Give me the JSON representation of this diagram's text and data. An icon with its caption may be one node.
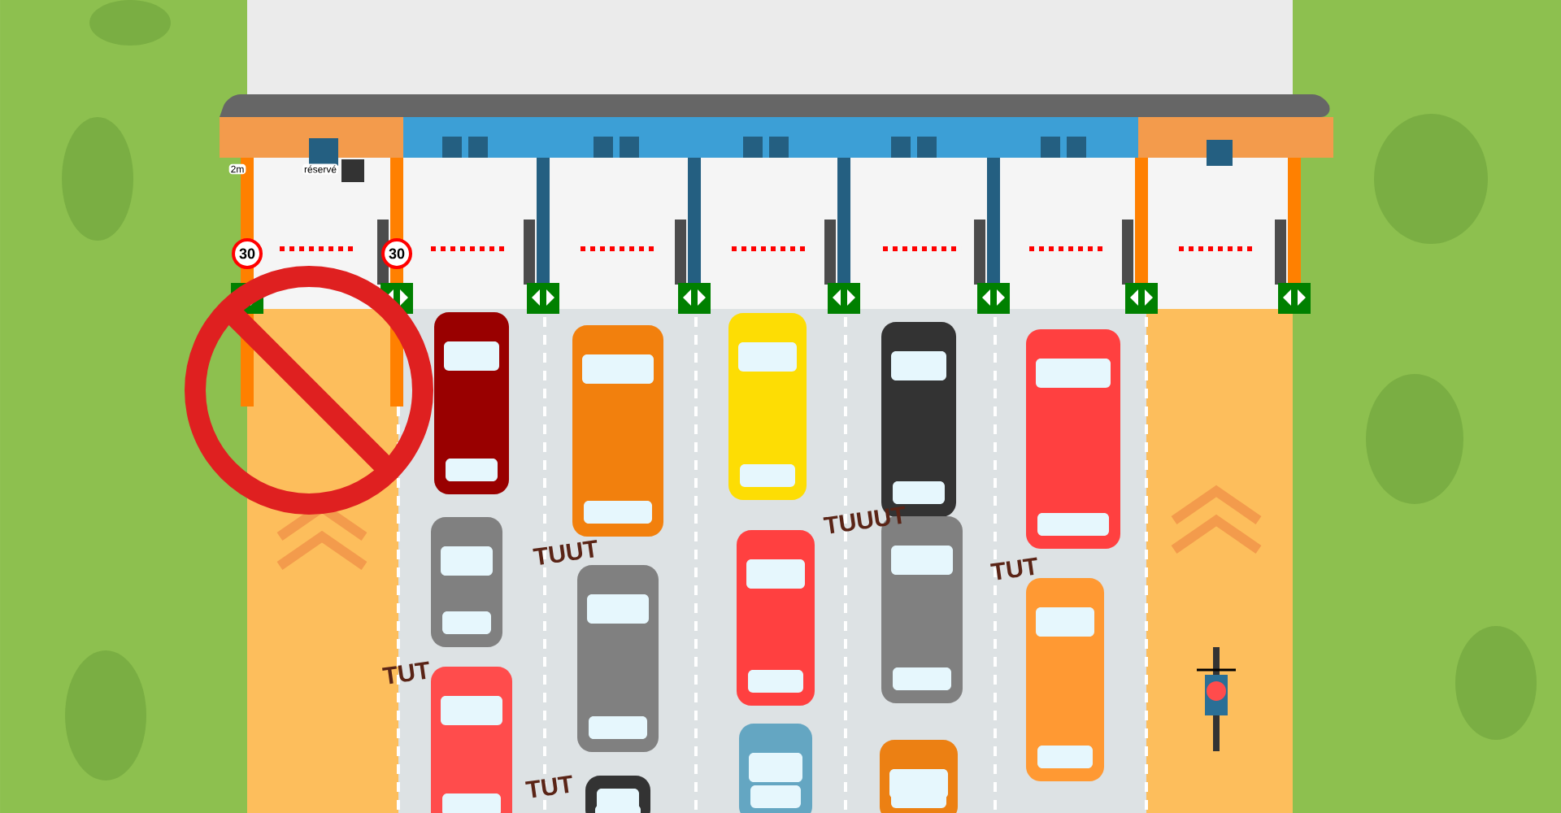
{
  "diagram": {
    "labels": [
      "2m",
      "réservé",
      "30",
      "30",
      "TUUUT",
      "TUUT",
      "TUT",
      "TUT",
      "TUT"
    ]
  }
}
